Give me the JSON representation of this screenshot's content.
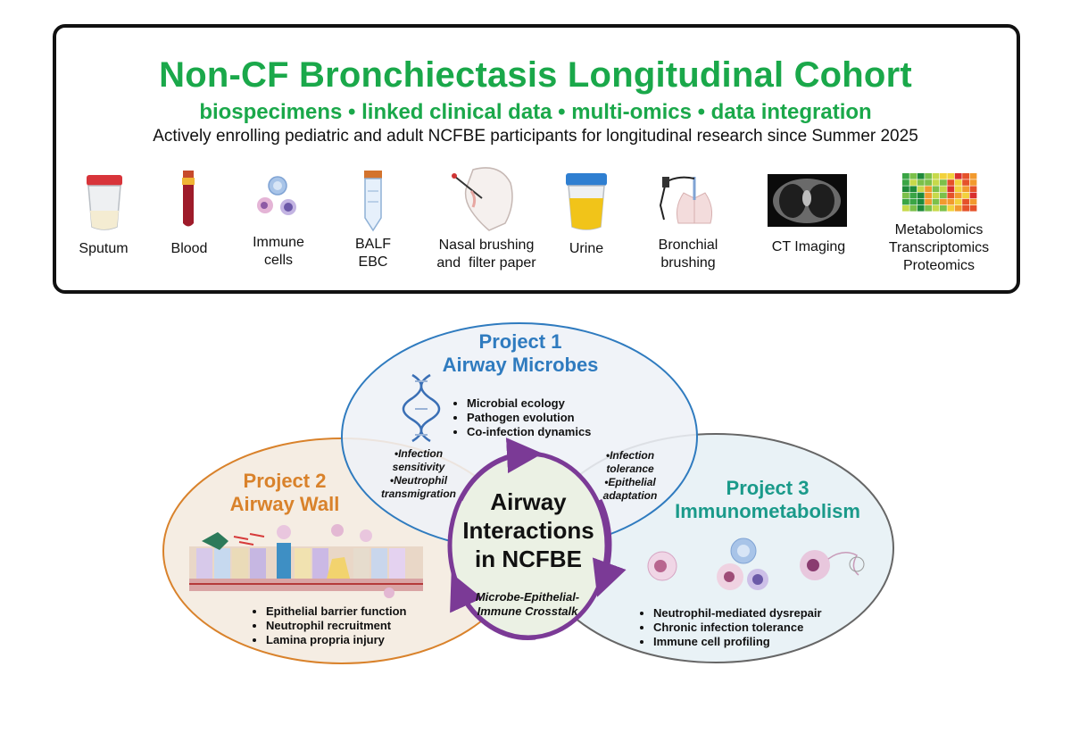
{
  "header": {
    "title": "Non-CF Bronchiectasis Longitudinal Cohort",
    "subtitle": "biospecimens • linked clinical data • multi-omics • data integration",
    "tagline": "Actively enrolling pediatric and adult NCFBE participants for longitudinal research since Summer 2025"
  },
  "specimens": [
    {
      "label": "Sputum",
      "icon": "sputum-cup-icon"
    },
    {
      "label": "Blood",
      "icon": "blood-tube-icon"
    },
    {
      "label_lines": [
        "Immune",
        "cells"
      ],
      "icon": "immune-cells-icon"
    },
    {
      "label_lines": [
        "BALF",
        "EBC"
      ],
      "icon": "conical-tube-icon"
    },
    {
      "label_lines": [
        "Nasal brushing",
        "and  filter paper"
      ],
      "icon": "nasal-swab-head-icon"
    },
    {
      "label": "Urine",
      "icon": "urine-cup-icon"
    },
    {
      "label_lines": [
        "Bronchial",
        "brushing"
      ],
      "icon": "bronchoscope-lungs-icon"
    },
    {
      "label": "CT Imaging",
      "icon": "ct-scan-icon"
    },
    {
      "label_lines": [
        "Metabolomics",
        "Transcriptomics",
        "Proteomics"
      ],
      "icon": "heatmap-icon"
    }
  ],
  "projects": {
    "p1": {
      "line1": "Project 1",
      "line2": "Airway Microbes",
      "color": "#2f7bbf",
      "bullets": [
        "Microbial ecology",
        "Pathogen evolution",
        "Co-infection dynamics"
      ]
    },
    "p2": {
      "line1": "Project 2",
      "line2": "Airway Wall",
      "color": "#d9822b",
      "bullets": [
        "Epithelial barrier function",
        "Neutrophil recruitment",
        "Lamina propria injury"
      ]
    },
    "p3": {
      "line1": "Project 3",
      "line2": "Immunometabolism",
      "color": "#1a9a8a",
      "bullets": [
        "Neutrophil-mediated dysrepair",
        "Chronic infection tolerance",
        "Immune cell profiling"
      ]
    }
  },
  "overlaps": {
    "p1_p2": [
      "•Infection",
      "sensitivity",
      "•Neutrophil",
      "transmigration"
    ],
    "p1_p3": [
      "•Infection",
      "tolerance",
      "•Epithelial",
      "adaptation"
    ]
  },
  "center": {
    "title_lines": [
      "Airway",
      "Interactions",
      "in NCFBE"
    ],
    "sub_lines": [
      "Microbe-Epithelial-",
      "Immune Crosstalk"
    ],
    "ring_color": "#7b3a96"
  }
}
